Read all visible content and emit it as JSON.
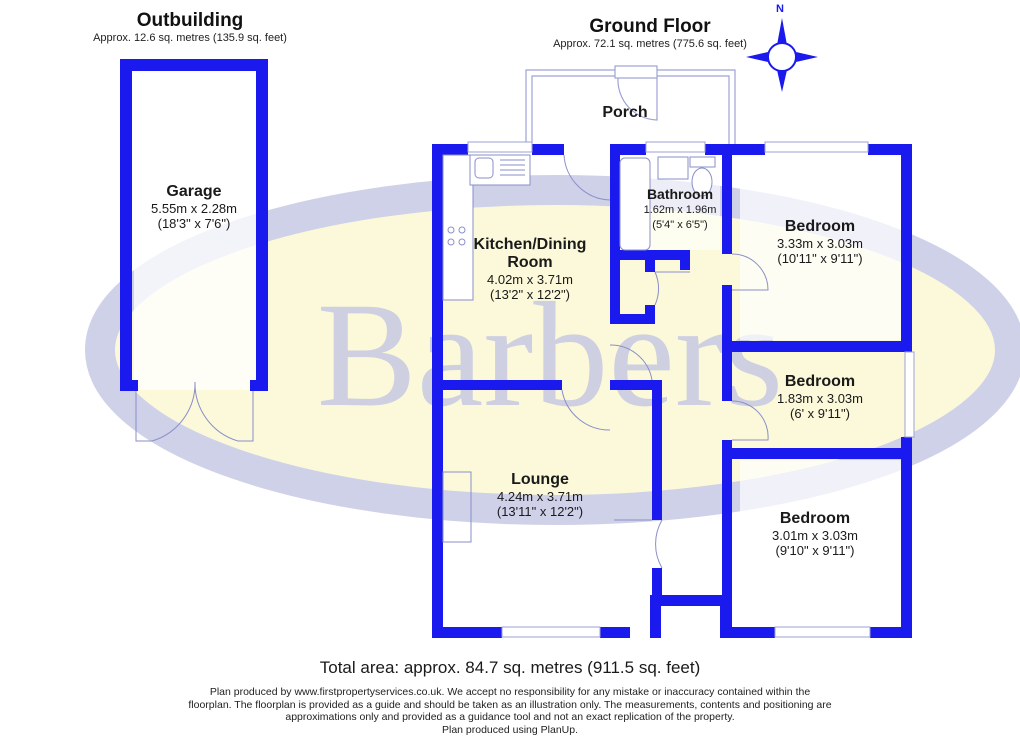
{
  "outbuilding": {
    "title": "Outbuilding",
    "area": "Approx. 12.6 sq. metres (135.9 sq. feet)"
  },
  "ground_floor": {
    "title": "Ground Floor",
    "area": "Approx. 72.1 sq. metres (775.6 sq. feet)"
  },
  "compass": {
    "label": "N"
  },
  "watermark": {
    "text": "Barbers"
  },
  "rooms": [
    {
      "name": "Garage",
      "metric": "5.55m x 2.28m",
      "imperial": "(18'3\" x 7'6\")"
    },
    {
      "name": "Porch",
      "metric": "",
      "imperial": ""
    },
    {
      "name": "Kitchen/Dining",
      "name2": "Room",
      "metric": "4.02m x 3.71m",
      "imperial": "(13'2\" x 12'2\")"
    },
    {
      "name": "Bathroom",
      "metric": "1.62m x 1.96m",
      "imperial": "(5'4\" x 6'5\")"
    },
    {
      "name": "Bedroom",
      "metric": "3.33m x 3.03m",
      "imperial": "(10'11\" x 9'11\")"
    },
    {
      "name": "Bedroom",
      "metric": "1.83m x 3.03m",
      "imperial": "(6' x 9'11\")"
    },
    {
      "name": "Lounge",
      "metric": "4.24m x 3.71m",
      "imperial": "(13'11\" x 12'2\")"
    },
    {
      "name": "Bedroom",
      "metric": "3.01m x 3.03m",
      "imperial": "(9'10\" x 9'11\")"
    }
  ],
  "footer": {
    "total": "Total area: approx. 84.7 sq. metres (911.5 sq. feet)",
    "line1": "Plan produced by www.firstpropertyservices.co.uk. We accept no responsibility for any mistake or inaccuracy contained within the",
    "line2": "floorplan. The floorplan is provided as a guide and should be taken as an illustration only. The measurements, contents and positioning are",
    "line3": "approximations only and provided as a guidance tool and not an exact replication of the property.",
    "line4": "Plan produced using PlanUp."
  },
  "colors": {
    "wall": "#1a1aee",
    "fixture_line": "#8a8fc8",
    "watermark_fill": "#fbf8d4",
    "watermark_ring": "#c7c9e6",
    "text": "#1a1a1a"
  }
}
